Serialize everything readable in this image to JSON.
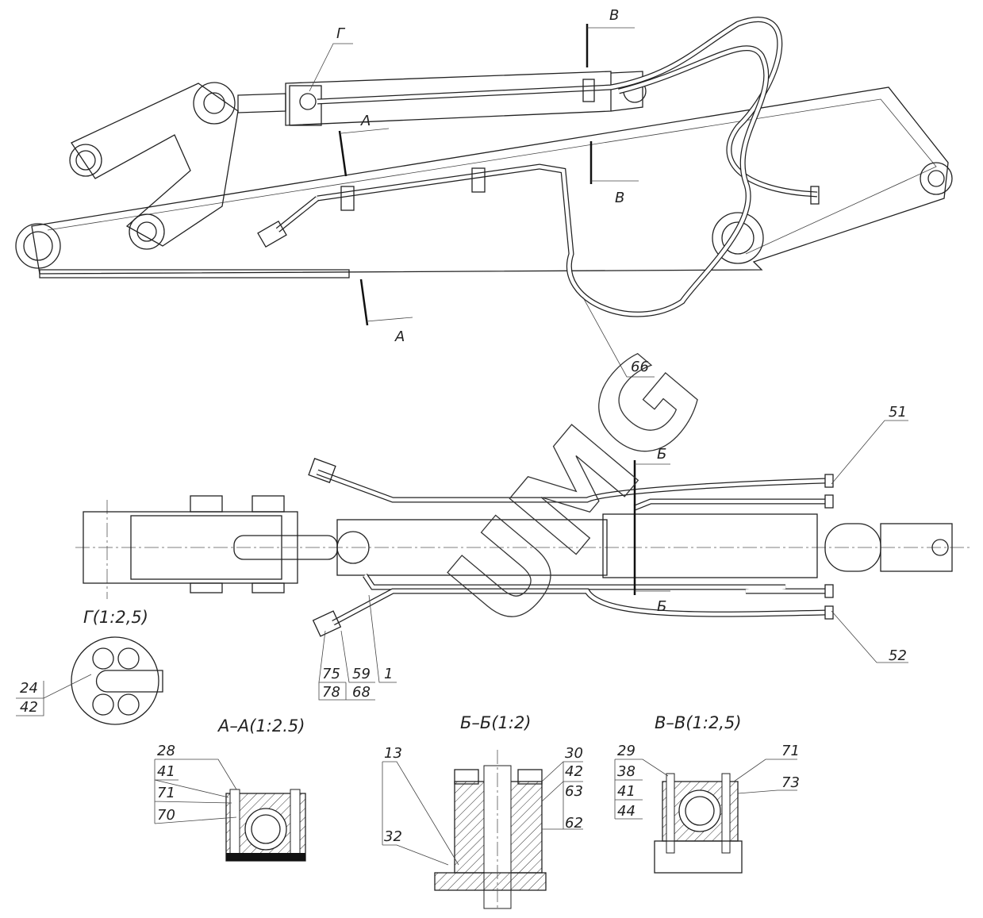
{
  "watermark": "UMG",
  "section_marks": {
    "v_top": "В",
    "v_bottom": "В",
    "a_top": "А",
    "a_bottom": "А",
    "g": "Г",
    "b_top": "Б",
    "b_bottom": "Б"
  },
  "callouts": {
    "c66": "66",
    "c51": "51",
    "c52": "52",
    "c75": "75",
    "c78": "78",
    "c59": "59",
    "c68": "68",
    "c1": "1",
    "c24": "24",
    "c42": "42"
  },
  "views": {
    "g": {
      "title": "Г(1:2,5)"
    },
    "aa": {
      "title": "А–А(1:2.5)",
      "labels": [
        "28",
        "41",
        "71",
        "70"
      ]
    },
    "bb": {
      "title": "Б–Б(1:2)",
      "labels": [
        "13",
        "32",
        "30",
        "42",
        "63",
        "62"
      ]
    },
    "vv": {
      "title": "В–В(1:2,5)",
      "labels": [
        "29",
        "38",
        "41",
        "44",
        "71",
        "73"
      ]
    }
  }
}
